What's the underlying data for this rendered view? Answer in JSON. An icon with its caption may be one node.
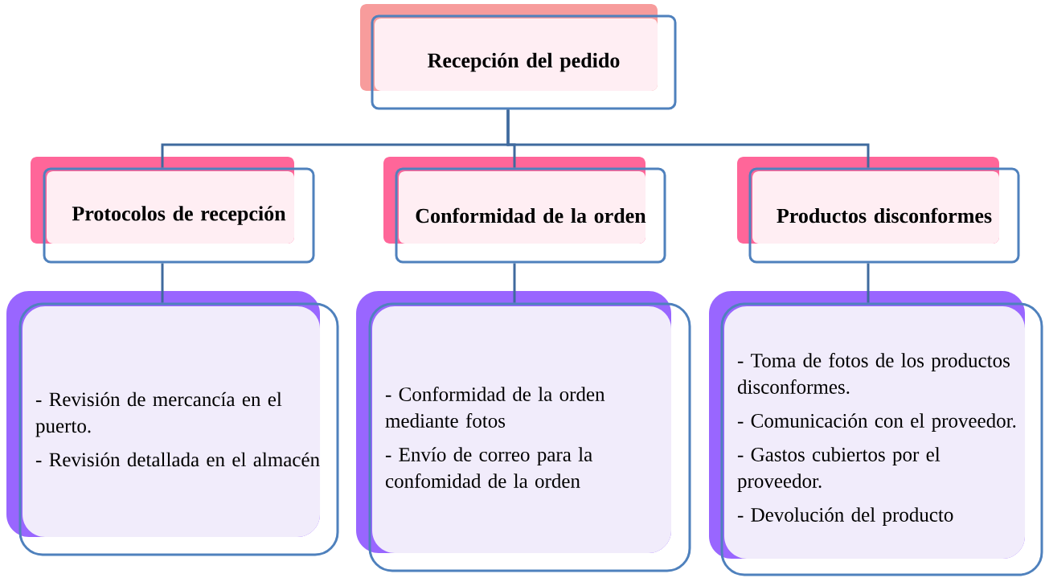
{
  "diagram": {
    "nodes": [
      {
        "text": [
          "Recepción del pedido"
        ]
      },
      {
        "text": [
          "Protocolos de recepción"
        ]
      },
      {
        "text": [
          "Conformidad de la orden"
        ]
      },
      {
        "text": [
          "Productos disconformes"
        ]
      },
      {
        "text": [
          "- Revisión de mercancía en el puerto.",
          "- Revisión detallada en el almacén"
        ]
      },
      {
        "text": [
          "- Conformidad de la orden mediante fotos",
          "- Envío de correo para la confomidad de la orden"
        ]
      },
      {
        "text": [
          "- Toma de fotos de los productos disconformes.",
          "- Comunicación con el proveedor.",
          "- Gastos cubiertos por el proveedor.",
          "- Devolución del producto"
        ]
      }
    ],
    "edges": [
      {
        "from": 0,
        "to": 1,
        "arrow": "none"
      },
      {
        "from": 0,
        "to": 2,
        "arrow": "none"
      },
      {
        "from": 0,
        "to": 3,
        "arrow": "none"
      },
      {
        "from": 1,
        "to": 4,
        "arrow": "none"
      },
      {
        "from": 2,
        "to": 5,
        "arrow": "none"
      },
      {
        "from": 3,
        "to": 6,
        "arrow": "none"
      }
    ]
  }
}
